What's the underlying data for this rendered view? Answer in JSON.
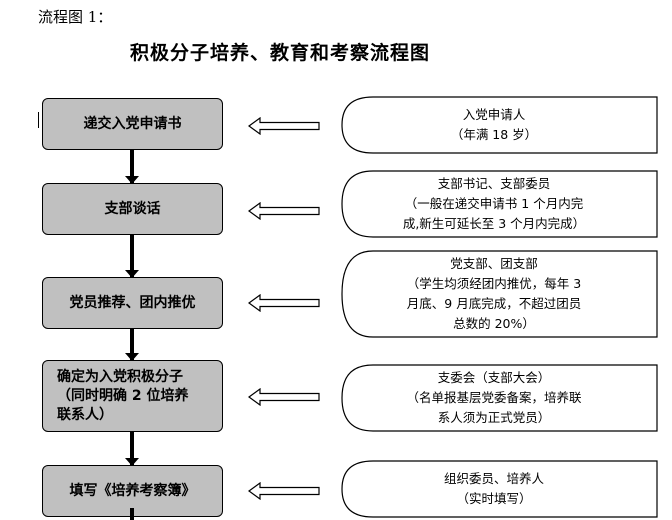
{
  "caption": "流程图 1：",
  "title": "积极分子培养、教育和考察流程图",
  "steps": [
    {
      "label": "递交入党申请书"
    },
    {
      "label": "支部谈话"
    },
    {
      "label": "党员推荐、团内推优"
    },
    {
      "label": "确定为入党积极分子\n（同时明确 2 位培养\n联系人）"
    },
    {
      "label": "填写《培养考察簿》"
    }
  ],
  "notes": [
    {
      "text": "入党申请人\n（年满 18 岁）"
    },
    {
      "text": "支部书记、支部委员\n（一般在递交申请书 1 个月内完\n成,新生可延长至 3 个月内完成）"
    },
    {
      "text": "党支部、团支部\n（学生均须经团内推优，每年 3\n月底、9 月底完成，不超过团员\n总数的 20%）"
    },
    {
      "text": "支委会（支部大会）\n（名单报基层党委备案，培养联\n系人须为正式党员）"
    },
    {
      "text": "组织委员、培养人\n（实时填写）"
    }
  ],
  "colors": {
    "step_fill": "#c0c0c0",
    "line": "#000000",
    "background": "#ffffff"
  }
}
